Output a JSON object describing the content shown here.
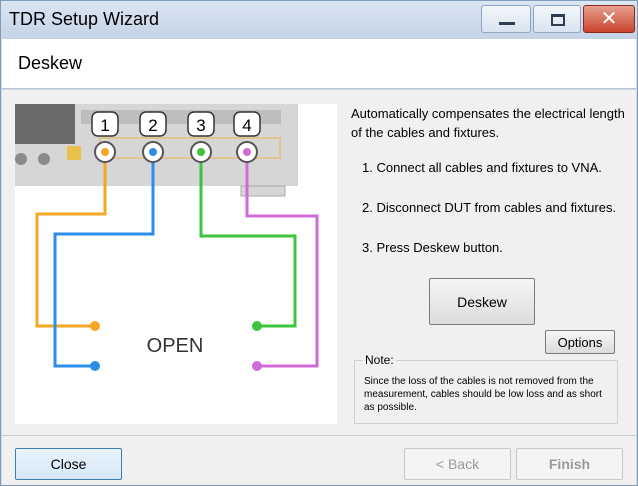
{
  "window": {
    "title": "TDR Setup Wizard",
    "close_glyph": "✕"
  },
  "header": {
    "title": "Deskew"
  },
  "diagram": {
    "ports": [
      "1",
      "2",
      "3",
      "4"
    ],
    "open_label": "OPEN",
    "cable_colors": [
      "#f5a623",
      "#2b8ee8",
      "#3cc43c",
      "#d06ad6"
    ]
  },
  "instructions": {
    "description": "Automatically compensates the electrical length of the cables and fixtures.",
    "steps": [
      "1. Connect all cables and fixtures to VNA.",
      "2. Disconnect DUT from cables and fixtures.",
      "3. Press Deskew button."
    ]
  },
  "buttons": {
    "deskew": "Deskew",
    "options": "Options",
    "close": "Close",
    "back": "< Back",
    "finish": "Finish"
  },
  "note": {
    "label": "Note:",
    "text": "Since the loss of the cables is not removed from the measurement, cables should be low loss and as short as possible."
  }
}
